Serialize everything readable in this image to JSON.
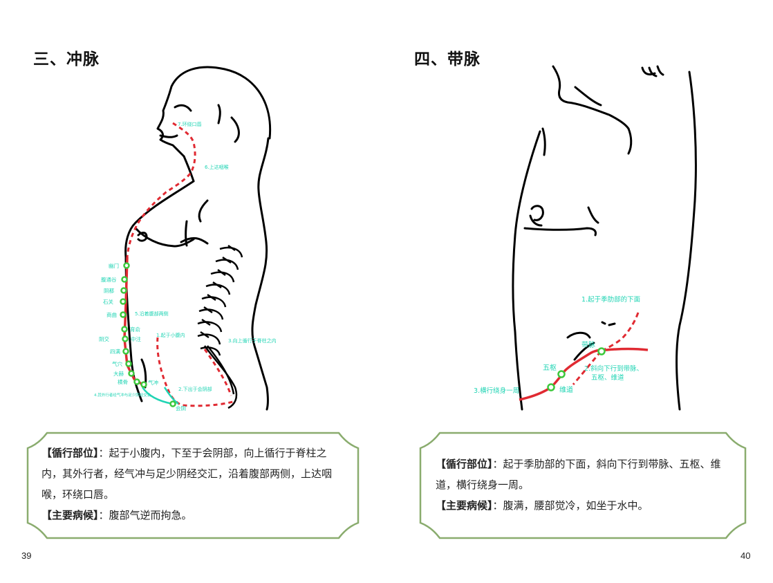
{
  "left": {
    "title": "三、冲脉",
    "labels": {
      "l1": "7.环绕口唇",
      "l2": "6.上达咽喉",
      "l3": "5.沿着腹部两侧",
      "l4": "1.起于小腹内",
      "l5": "3.向上循行于脊柱之内",
      "l6": "2.下出于会阴部",
      "l7": "4.其外行者经气冲与足少阴经交会",
      "p1": "幽门",
      "p2": "腹通谷",
      "p3": "阴都",
      "p4": "石关",
      "p5": "商曲",
      "p6": "育俞",
      "p7": "阴交",
      "p8": "中注",
      "p9": "四满",
      "p10": "气穴",
      "p11": "大赫",
      "p12": "横骨",
      "p13": "气冲",
      "p14": "会阴"
    },
    "box": {
      "route_head": "【循行部位】",
      "route_text": "：起于小腹内，下至于会阴部，向上循行于脊柱之内，其外行者，经气冲与足少阴经交汇，沿着腹部两侧，上达咽喉，环绕口唇。",
      "disease_head": "【主要病候】",
      "disease_text": "：腹部气逆而拘急。"
    },
    "page_number": "39"
  },
  "right": {
    "title": "四、带脉",
    "labels": {
      "l1": "1.起于季肋部的下面",
      "l2a": "2.斜向下行到带脉、",
      "l2b": "五枢、维道",
      "l3": "3.横行绕身一周",
      "p1": "带脉",
      "p2": "五枢",
      "p3": "维道"
    },
    "box": {
      "route_head": "【循行部位】",
      "route_text": "：起于季肋部的下面，斜向下行到带脉、五枢、维道，横行绕身一周。",
      "disease_head": "【主要病候】",
      "disease_text": "：腹满，腰部觉冷，如坐于水中。"
    },
    "page_number": "40"
  },
  "colors": {
    "meridian": "#e02a32",
    "point": "#3cc83c",
    "label": "#21d4b4",
    "box_border": "#8aac6e"
  }
}
